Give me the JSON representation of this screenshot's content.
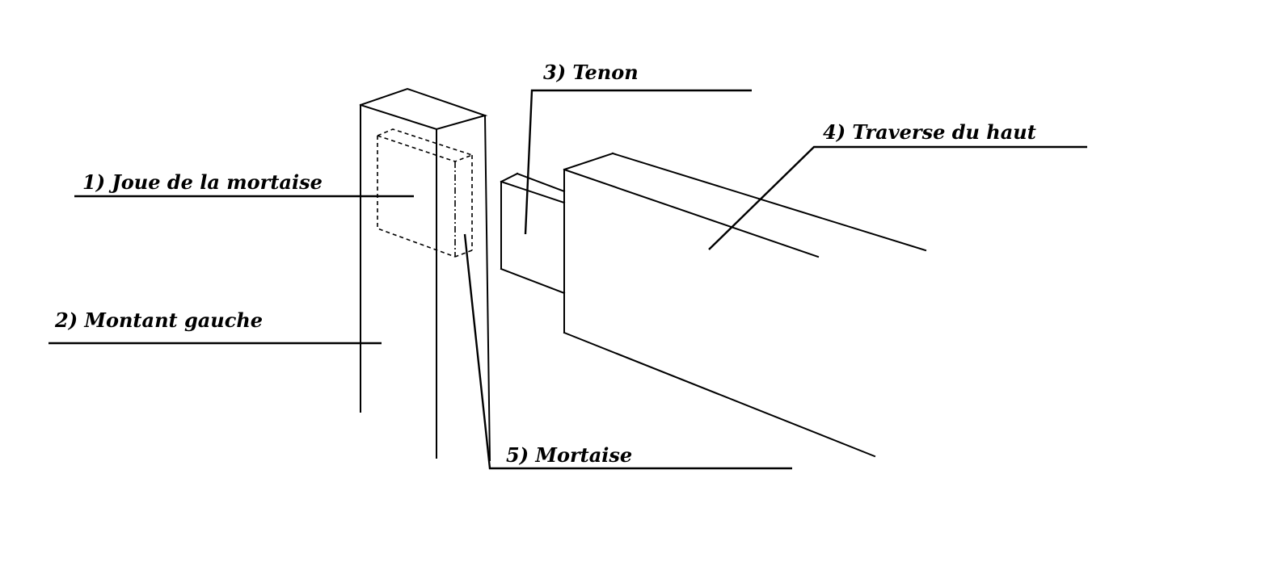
{
  "labels": {
    "joue": "1) Joue de la mortaise",
    "montant": "2) Montant gauche",
    "tenon": "3) Tenon",
    "traverse": "4) Traverse du haut",
    "mortaise": "5) Mortaise"
  },
  "colors": {
    "ink": "#000000",
    "background": "#ffffff"
  }
}
